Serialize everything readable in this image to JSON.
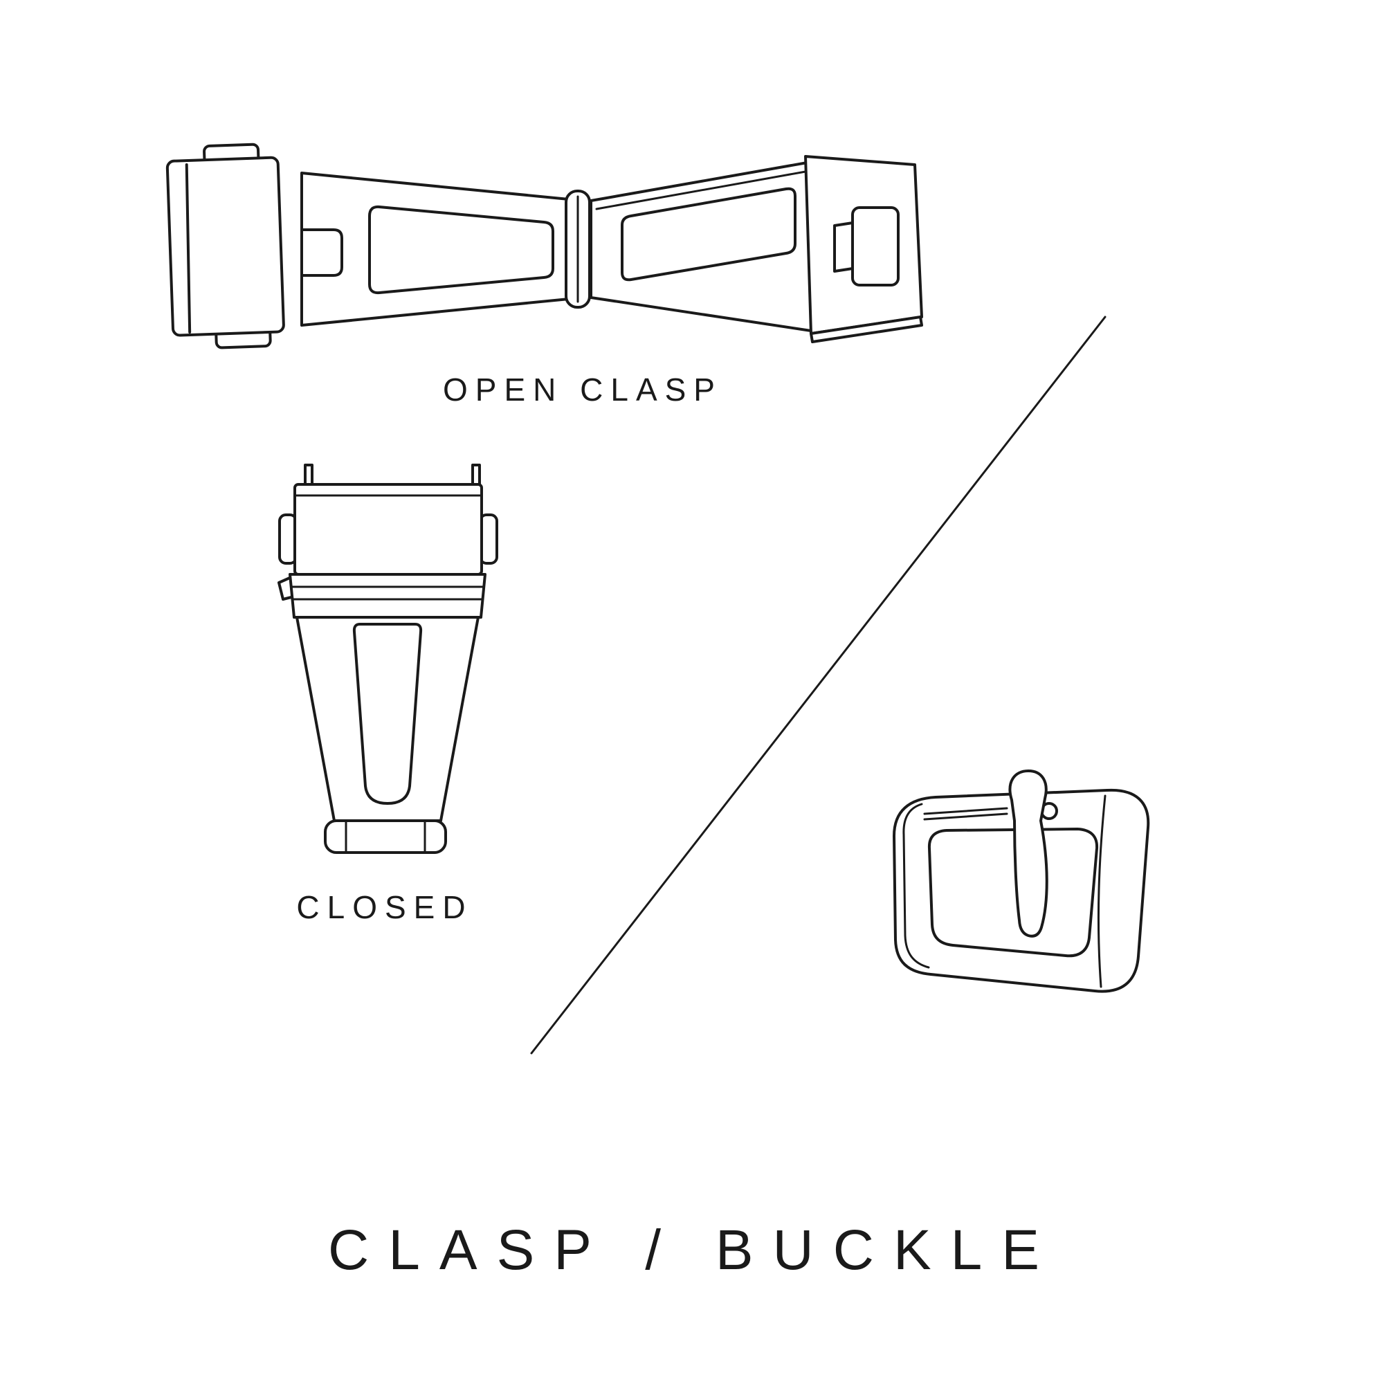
{
  "page": {
    "background": "#ffffff",
    "line_color": "#1a1a1a",
    "title": "CLASP / BUCKLE"
  },
  "labels": {
    "open_clasp": "OPEN CLASP",
    "closed": "CLOSED"
  },
  "icons": {
    "open_clasp_illustration": "open-deployant-clasp-line-drawing",
    "closed_clasp_illustration": "closed-clasp-line-drawing",
    "buckle_illustration": "tang-buckle-line-drawing",
    "divider": "diagonal-divider-line"
  }
}
